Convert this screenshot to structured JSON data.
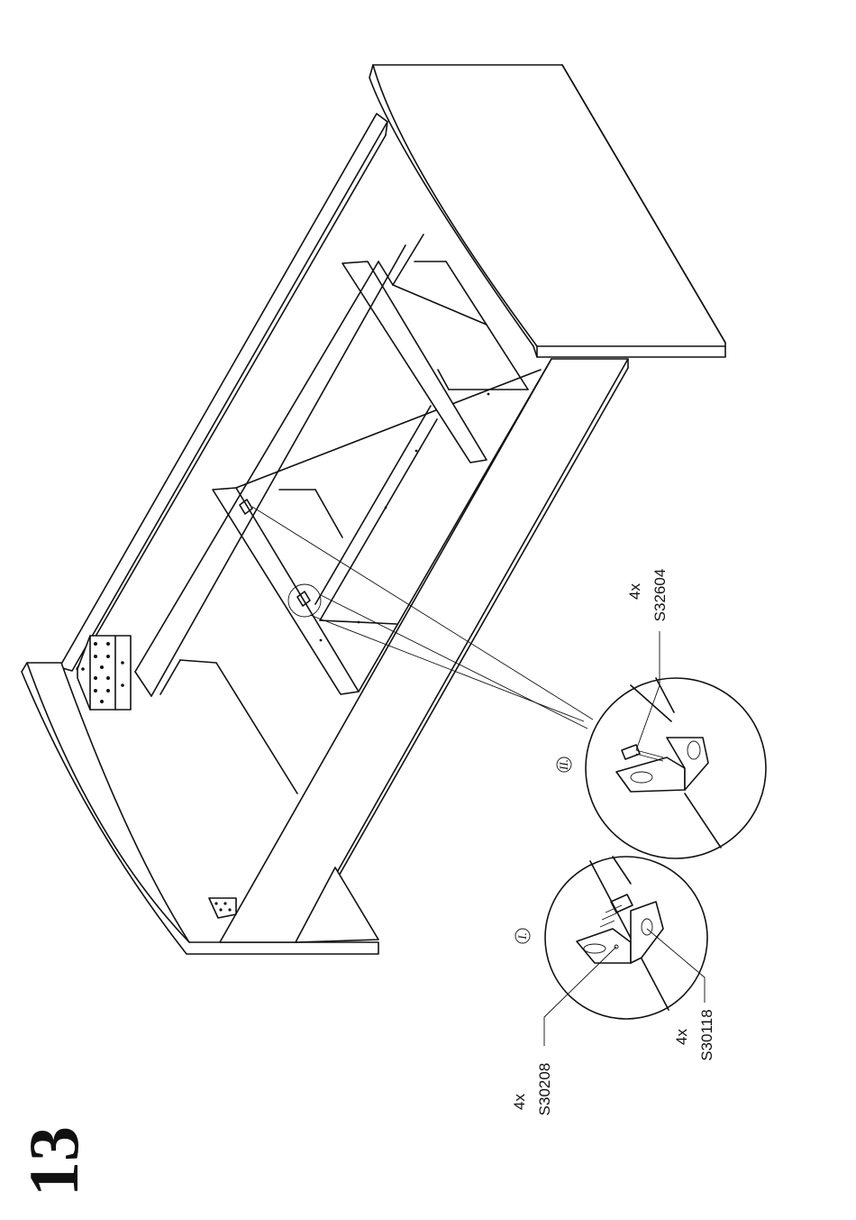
{
  "step_number": "13",
  "details": [
    {
      "roman": "I."
    },
    {
      "roman": "II."
    }
  ],
  "parts": [
    {
      "qty": "4x",
      "code": "S30208"
    },
    {
      "qty": "4x",
      "code": "S30118"
    },
    {
      "qty": "4x",
      "code": "S32604"
    }
  ]
}
